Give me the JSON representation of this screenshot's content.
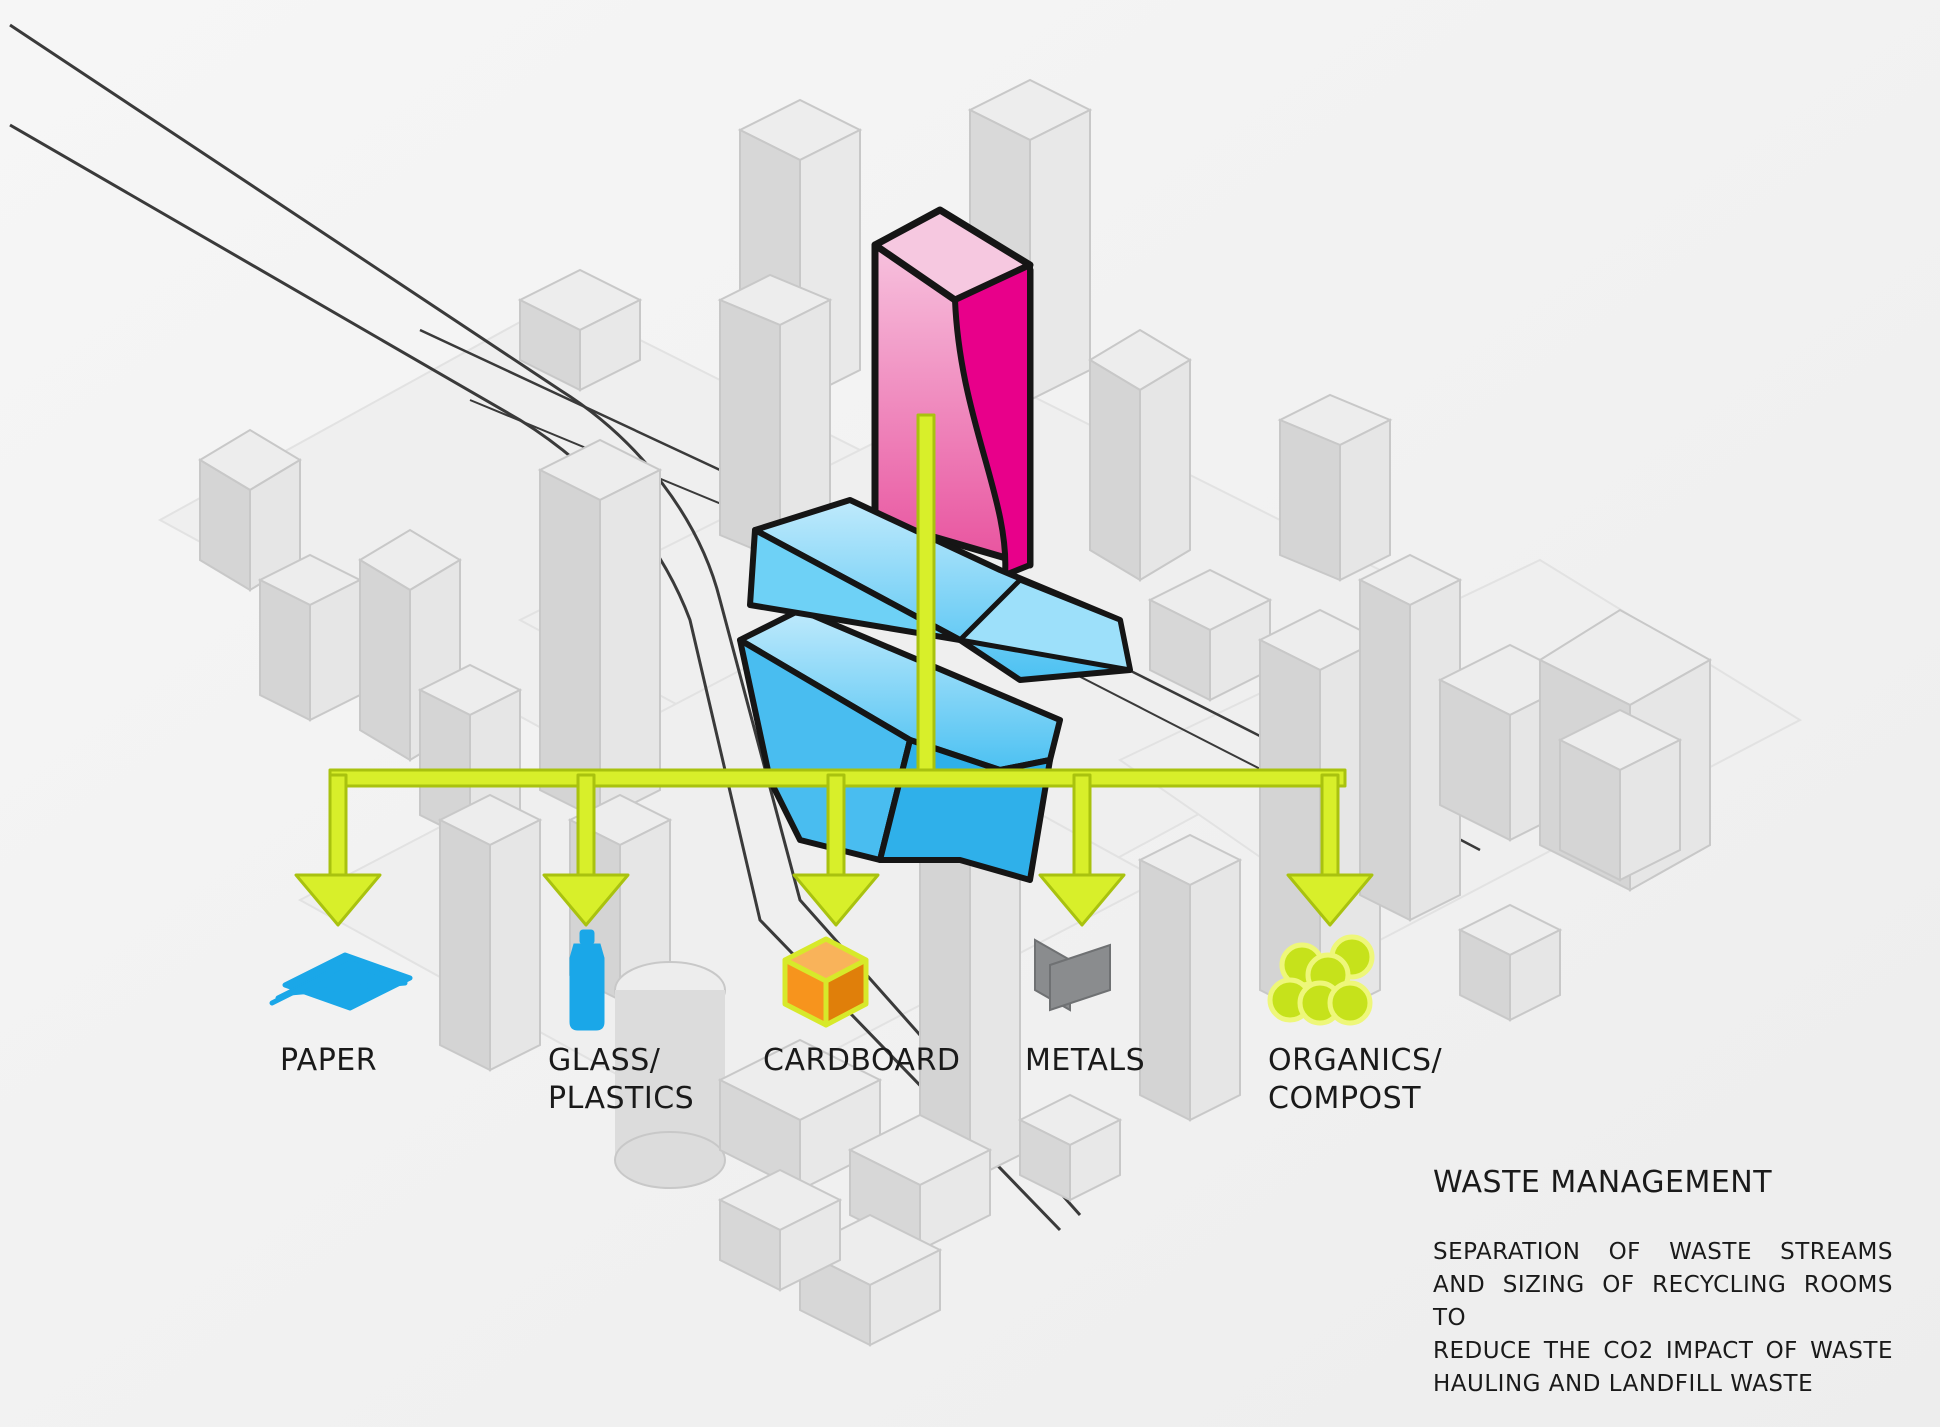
{
  "streams": [
    {
      "label_lines": [
        "PAPER"
      ],
      "icon": "paper-stack-icon",
      "color": "#1aa7e8"
    },
    {
      "label_lines": [
        "GLASS/",
        "PLASTICS"
      ],
      "icon": "bottle-icon",
      "color": "#1aa7e8"
    },
    {
      "label_lines": [
        "CARDBOARD"
      ],
      "icon": "cardboard-box-icon",
      "color": "#f7941d"
    },
    {
      "label_lines": [
        "METALS"
      ],
      "icon": "metal-sheet-icon",
      "color": "#8a8c8e"
    },
    {
      "label_lines": [
        "ORGANICS/",
        "COMPOST"
      ],
      "icon": "organics-circles-icon",
      "color": "#c6e21b"
    }
  ],
  "panel": {
    "title": "WASTE MANAGEMENT",
    "description_lines": [
      "SEPARATION OF WASTE STREAMS",
      "AND SIZING OF RECYCLING ROOMS TO",
      "REDUCE THE CO2 IMPACT OF WASTE",
      "HAULING AND LANDFILL WASTE"
    ]
  },
  "colors": {
    "tower": "#e8008a",
    "podium": "#5ccbf5",
    "flow_arrow": "#d8ef2a",
    "flow_outline": "#b6cc10",
    "buildings": "#dcdcdc"
  }
}
